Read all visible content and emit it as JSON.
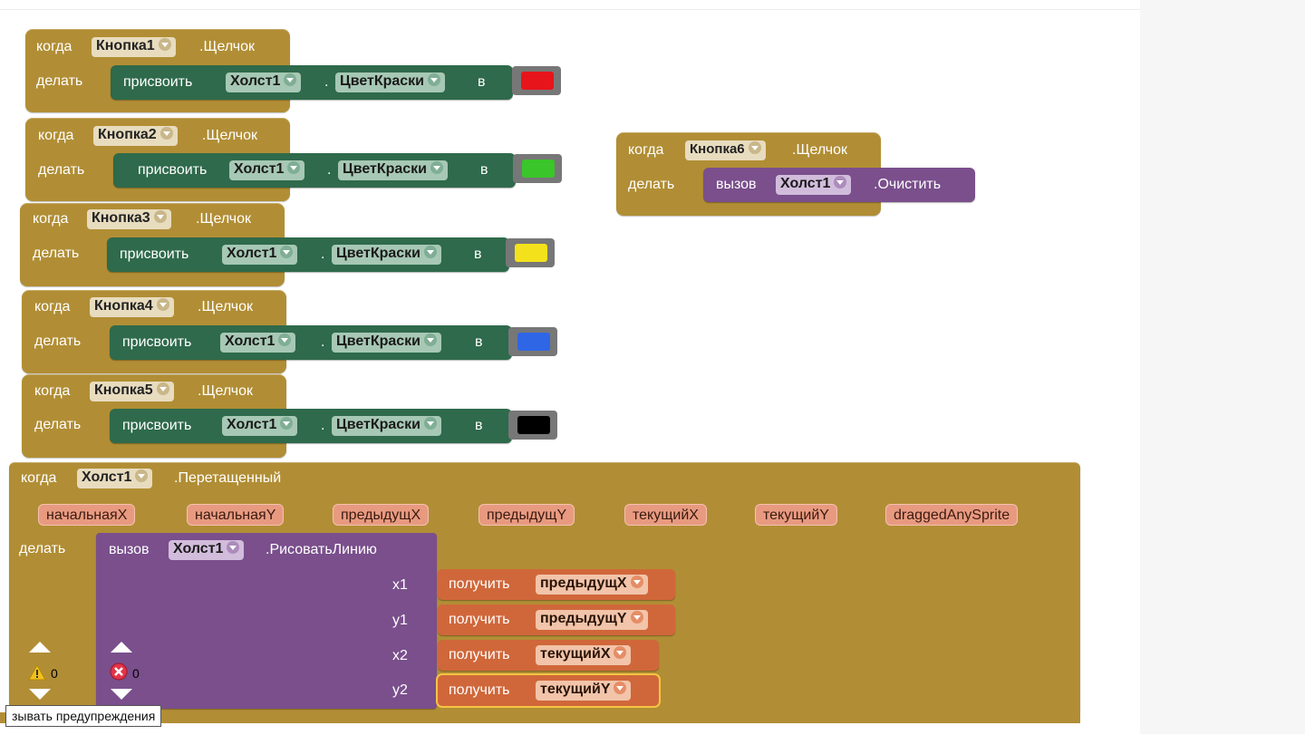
{
  "labels": {
    "when": "когда",
    "do": "делать",
    "set": "присвоить",
    "to": "в",
    "call": "вызов",
    "get": "получить",
    "dot": "."
  },
  "button_events": [
    {
      "component": "Кнопка1",
      "event": ".Щелчок",
      "target": "Холст1",
      "property": "ЦветКраски",
      "color": "#e8141b"
    },
    {
      "component": "Кнопка2",
      "event": ".Щелчок",
      "target": "Холст1",
      "property": "ЦветКраски",
      "color": "#3ac52a"
    },
    {
      "component": "Кнопка3",
      "event": ".Щелчок",
      "target": "Холст1",
      "property": "ЦветКраски",
      "color": "#f3e21b"
    },
    {
      "component": "Кнопка4",
      "event": ".Щелчок",
      "target": "Холст1",
      "property": "ЦветКраски",
      "color": "#2e66e6"
    },
    {
      "component": "Кнопка5",
      "event": ".Щелчок",
      "target": "Холст1",
      "property": "ЦветКраски",
      "color": "#000000"
    }
  ],
  "clear_event": {
    "component": "Кнопка6",
    "event": ".Щелчок",
    "target": "Холст1",
    "method": ".Очистить"
  },
  "drag_event": {
    "component": "Холст1",
    "event": ".Перетащенный",
    "params": [
      "начальнаяX",
      "начальнаяY",
      "предыдущX",
      "предыдущY",
      "текущийX",
      "текущийY",
      "draggedAnySprite"
    ],
    "call_target": "Холст1",
    "call_method": ".РисоватьЛинию",
    "args": [
      {
        "name": "x1",
        "var": "предыдущX"
      },
      {
        "name": "y1",
        "var": "предыдущY"
      },
      {
        "name": "x2",
        "var": "текущийX"
      },
      {
        "name": "y2",
        "var": "текущийY"
      }
    ]
  },
  "indicators": {
    "warnings": "0",
    "errors": "0"
  },
  "tooltip": "зывать предупреждения"
}
